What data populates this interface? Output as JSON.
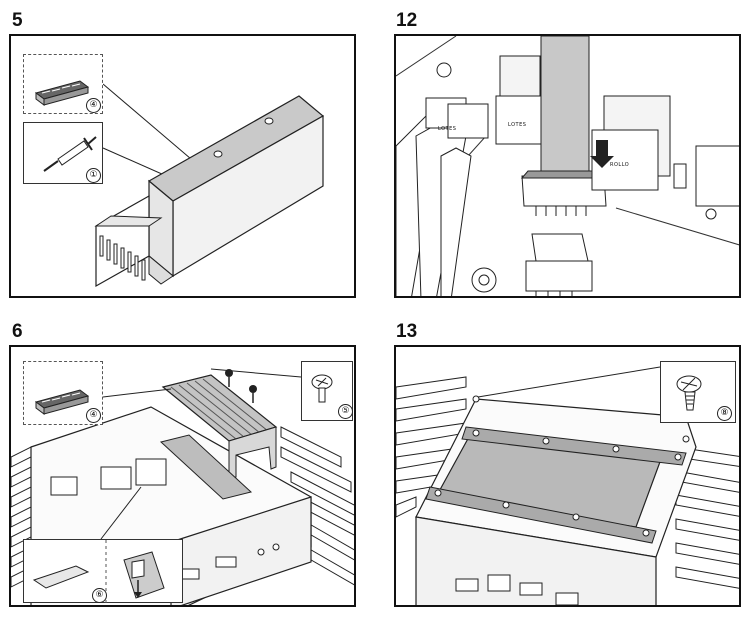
{
  "steps": [
    {
      "number": "5",
      "callouts": [
        "④",
        "①"
      ]
    },
    {
      "number": "12",
      "callouts": []
    },
    {
      "number": "6",
      "callouts": [
        "④",
        "⑤",
        "⑥"
      ]
    },
    {
      "number": "13",
      "callouts": [
        "⑧"
      ]
    }
  ],
  "connector_labels": {
    "top_row_left": "LOTES",
    "top_row_mid": "LOTES",
    "small_label": "ROLLO"
  }
}
